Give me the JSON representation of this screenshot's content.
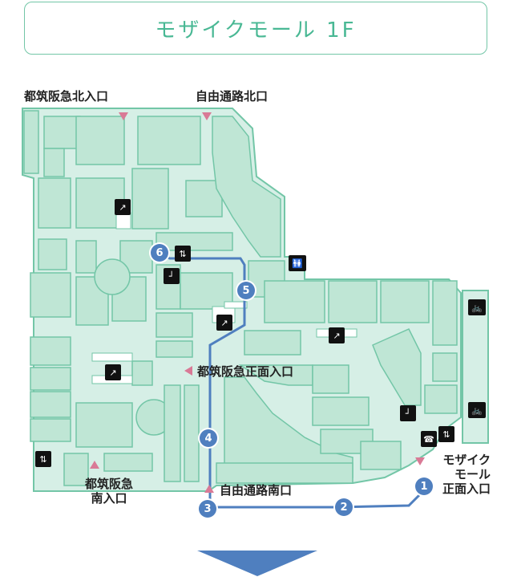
{
  "title": "モザイクモール 1F",
  "entrances": {
    "hankyu_north": "都筑阪急北入口",
    "path_north": "自由通路北口",
    "hankyu_front": "都筑阪急正面入口",
    "hankyu_south_1": "都筑阪急",
    "hankyu_south_2": "南入口",
    "path_south": "自由通路南口",
    "mosaic_front_1": "モザイク",
    "mosaic_front_2": "モール",
    "mosaic_front_3": "正面入口"
  },
  "route_steps": [
    "1",
    "2",
    "3",
    "4",
    "5",
    "6"
  ],
  "icons": {
    "escalator": "escalator-icon",
    "stairs": "stairs-icon",
    "elevator": "elevator-icon",
    "restroom": "restroom-icon",
    "bicycle": "bicycle-icon",
    "phone": "phone-icon"
  },
  "colors": {
    "accent": "#49b894",
    "floor_fill": "#d6efe6",
    "shop_fill": "#bfe6d5",
    "route": "#4f7fbf",
    "entrance_marker": "#d97a96"
  }
}
